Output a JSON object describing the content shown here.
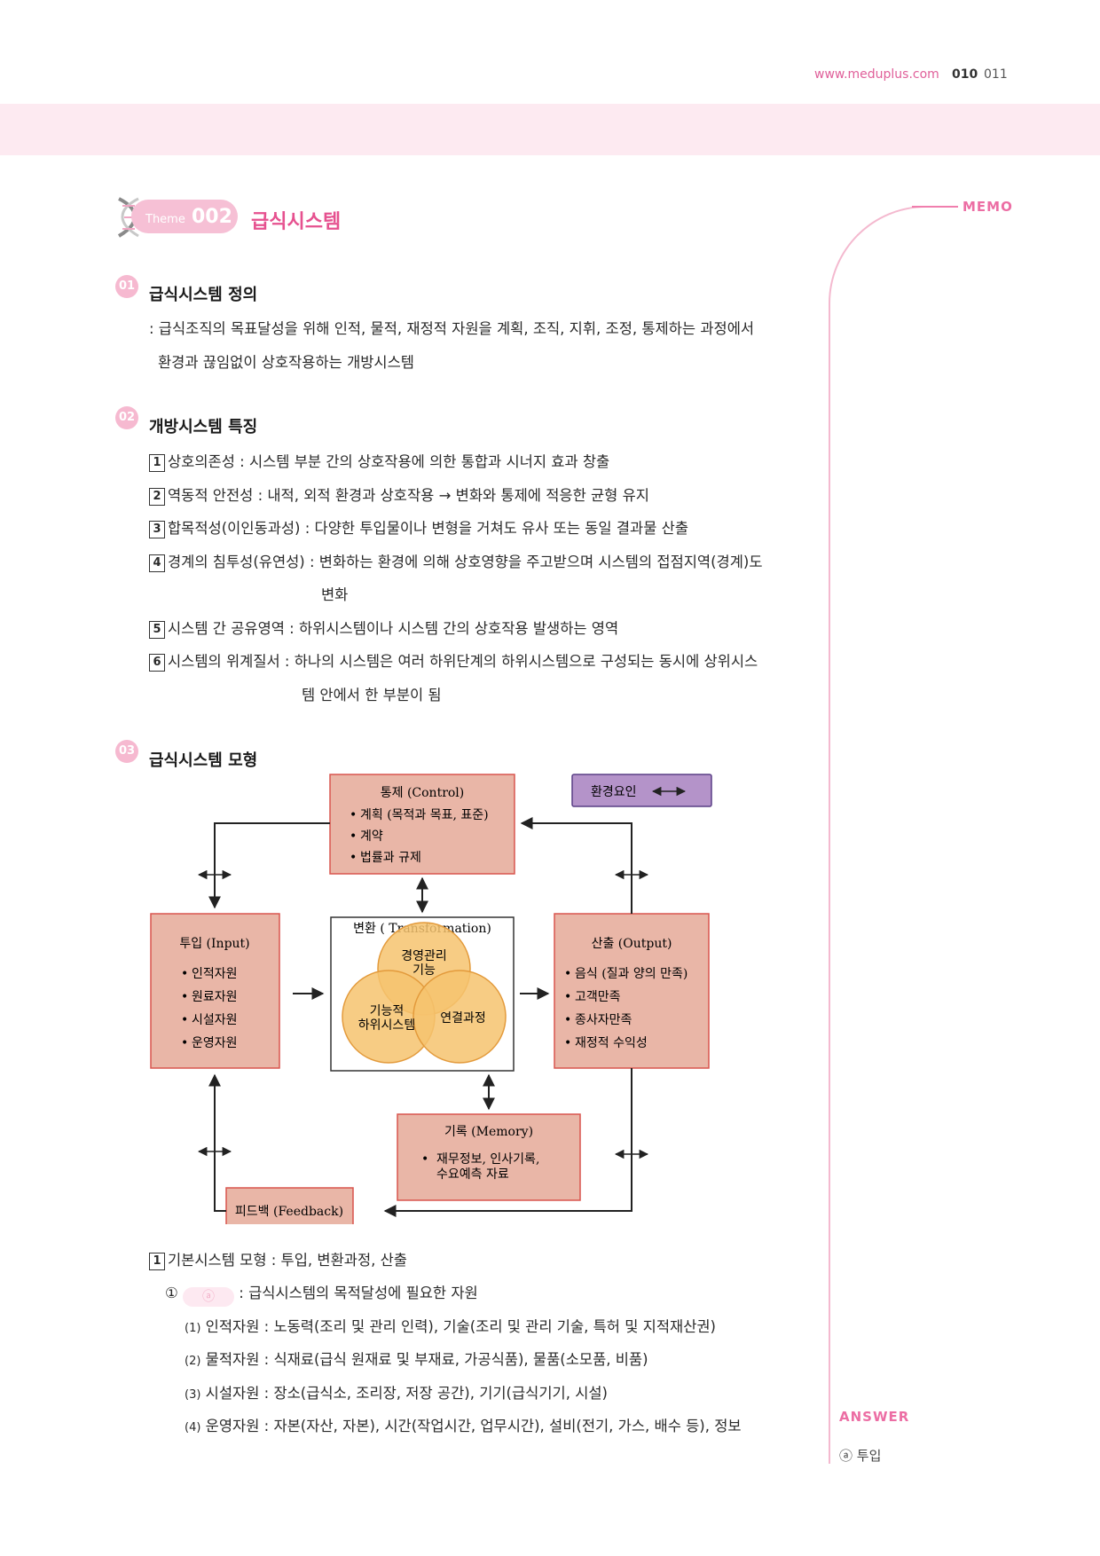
{
  "header": {
    "url": "www.meduplus.com",
    "page_left": "010",
    "page_right": "011"
  },
  "theme": {
    "word": "Theme",
    "number": "002",
    "title": "급식시스템"
  },
  "memo": {
    "label": "MEMO"
  },
  "section1": {
    "num": "01",
    "title": "급식시스템 정의",
    "line1": ": 급식조직의 목표달성을 위해 인적, 물적, 재정적 자원을 계획, 조직, 지휘, 조정, 통제하는 과정에서",
    "line2": "환경과 끊임없이 상호작용하는 개방시스템"
  },
  "section2": {
    "num": "02",
    "title": "개방시스템 특징",
    "items": [
      {
        "n": "1",
        "text": "상호의존성 : 시스템 부분 간의 상호작용에 의한 통합과 시너지 효과 창출"
      },
      {
        "n": "2",
        "text": "역동적 안전성 : 내적, 외적 환경과 상호작용 → 변화와 통제에 적응한 균형 유지"
      },
      {
        "n": "3",
        "text": "합목적성(이인동과성) : 다양한 투입물이나 변형을 거쳐도 유사 또는 동일 결과물 산출"
      },
      {
        "n": "4",
        "text": "경계의 침투성(유연성) : 변화하는 환경에 의해 상호영향을 주고받으며 시스템의 접점지역(경계)도",
        "cont": "변화"
      },
      {
        "n": "5",
        "text": "시스템 간 공유영역 : 하위시스템이나 시스템 간의 상호작용 발생하는 영역"
      },
      {
        "n": "6",
        "text": "시스템의 위계질서 : 하나의 시스템은 여러 하위단계의 하위시스템으로 구성되는 동시에 상위시스",
        "cont": "템 안에서 한 부분이 됨"
      }
    ]
  },
  "section3": {
    "num": "03",
    "title": "급식시스템 모형",
    "diagram": {
      "control": {
        "title": "통제 (Control)",
        "items": [
          "계획 (목적과 목표, 표준)",
          "계약",
          "법률과 규제"
        ]
      },
      "env": {
        "label": "환경요인"
      },
      "input": {
        "title": "투입 (Input)",
        "items": [
          "인적자원",
          "원료자원",
          "시설자원",
          "운영자원"
        ]
      },
      "transform": {
        "title": "변환 ( Transformation)",
        "c1": [
          "경영관리",
          "기능"
        ],
        "c2": [
          "기능적",
          "하위시스템"
        ],
        "c3": [
          "연결과정"
        ]
      },
      "output": {
        "title": "산출 (Output)",
        "items": [
          "음식 (질과 양의 만족)",
          "고객만족",
          "종사자만족",
          "재정적 수익성"
        ]
      },
      "memory": {
        "title": "기록 (Memory)",
        "line1": "재무정보, 인사기록,",
        "line2": "수요예측 자료"
      },
      "feedback": {
        "title": "피드백 (Feedback)"
      },
      "colors": {
        "box_fill": "#e9b6a7",
        "box_stroke": "#d9554e",
        "circle_fill": "#f6c36e",
        "circle_stroke": "#e39a3b",
        "env_fill": "#b493c9",
        "env_stroke": "#5a3f86"
      }
    },
    "sub1": {
      "n": "1",
      "text": "기본시스템 모형 : 투입, 변환과정, 산출"
    },
    "sub1a": {
      "circle": "①",
      "blank": "ⓐ",
      "text": ": 급식시스템의 목적달성에 필요한 자원"
    },
    "resources": [
      {
        "n": "(1)",
        "text": "인적자원 : 노동력(조리 및 관리 인력), 기술(조리 및 관리 기술, 특허 및 지적재산권)"
      },
      {
        "n": "(2)",
        "text": "물적자원 : 식재료(급식 원재료 및 부재료, 가공식품), 물품(소모품, 비품)"
      },
      {
        "n": "(3)",
        "text": "시설자원 : 장소(급식소, 조리장, 저장 공간), 기기(급식기기, 시설)"
      },
      {
        "n": "(4)",
        "text": "운영자원 : 자본(자산, 자본), 시간(작업시간, 업무시간), 설비(전기, 가스, 배수 등), 정보"
      }
    ]
  },
  "answer": {
    "label": "ANSWER",
    "text": "ⓐ 투입"
  }
}
